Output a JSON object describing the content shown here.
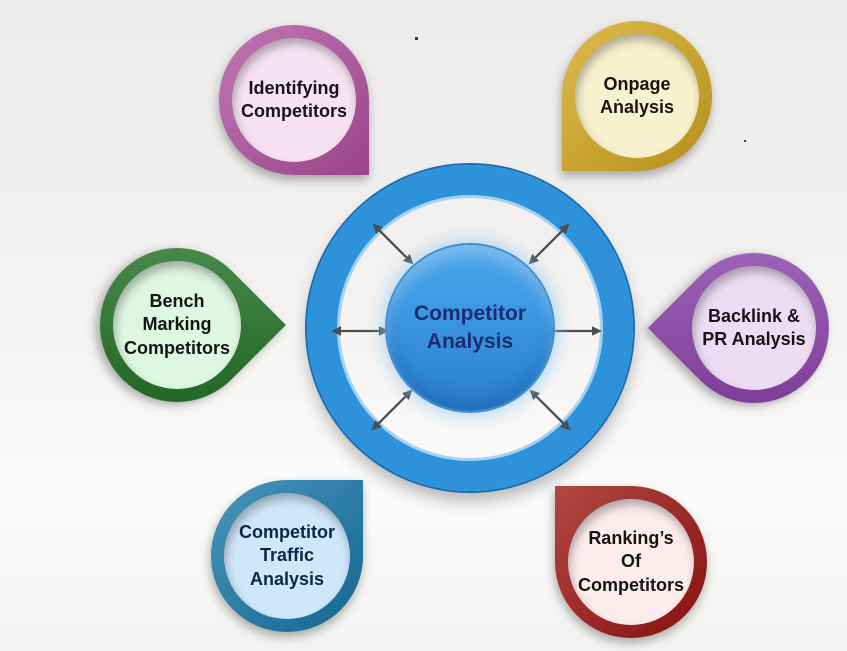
{
  "diagram": {
    "title": "Competitor Analysis",
    "center": {
      "label": "Competitor Analysis",
      "lines": [
        "Competitor",
        "Analysis"
      ],
      "ring_color": "#2d92da",
      "ring_edge_color": "#1a6db5",
      "core_gradient_top": "#4ba7ea",
      "core_gradient_bottom": "#2a7ecd",
      "text_color": "#1b2c72"
    },
    "arrows": {
      "icon": "double-headed-arrow",
      "count": 6,
      "color": "#4d4d4d",
      "directions": [
        "left",
        "right",
        "top-left",
        "top-right",
        "bottom-left",
        "bottom-right"
      ]
    },
    "nodes": [
      {
        "label": "Identifying Competitors",
        "lines": [
          "Identifying",
          "Competitors"
        ],
        "position": "top-left",
        "tail_direction": "southeast",
        "ring_color": "#b150a0",
        "fill_color": "#f7e2f1",
        "text_color": "#151515"
      },
      {
        "label": "Onpage Analysis",
        "lines": [
          "Onpage",
          "Analysis"
        ],
        "position": "top-right",
        "tail_direction": "southwest",
        "ring_color": "#d5a71d",
        "fill_color": "#f8f1cd",
        "text_color": "#151515"
      },
      {
        "label": "Bench Marking Competitors",
        "lines": [
          "Bench",
          "Marking",
          "Competitors"
        ],
        "position": "left",
        "tail_direction": "east",
        "ring_color": "#1e7022",
        "fill_color": "#ddf7e0",
        "text_color": "#151515"
      },
      {
        "label": "Backlink & PR Analysis",
        "lines": [
          "Backlink &",
          "PR Analysis"
        ],
        "position": "right",
        "tail_direction": "west",
        "ring_color": "#8a3fab",
        "fill_color": "#ecdcf4",
        "text_color": "#151515"
      },
      {
        "label": "Competitor Traffic Analysis",
        "lines": [
          "Competitor",
          "Traffic",
          "Analysis"
        ],
        "position": "bottom-left",
        "tail_direction": "northeast",
        "ring_color": "#1577a8",
        "fill_color": "#cfe7fa",
        "text_color": "#0c2740"
      },
      {
        "label": "Ranking’s Of Competitors",
        "lines": [
          "Ranking’s",
          "Of",
          "Competitors"
        ],
        "position": "bottom-right",
        "tail_direction": "northwest",
        "ring_color": "#9c1310",
        "fill_color": "#fdecee",
        "text_color": "#151515"
      }
    ],
    "background_color": "#f2f1ef"
  }
}
